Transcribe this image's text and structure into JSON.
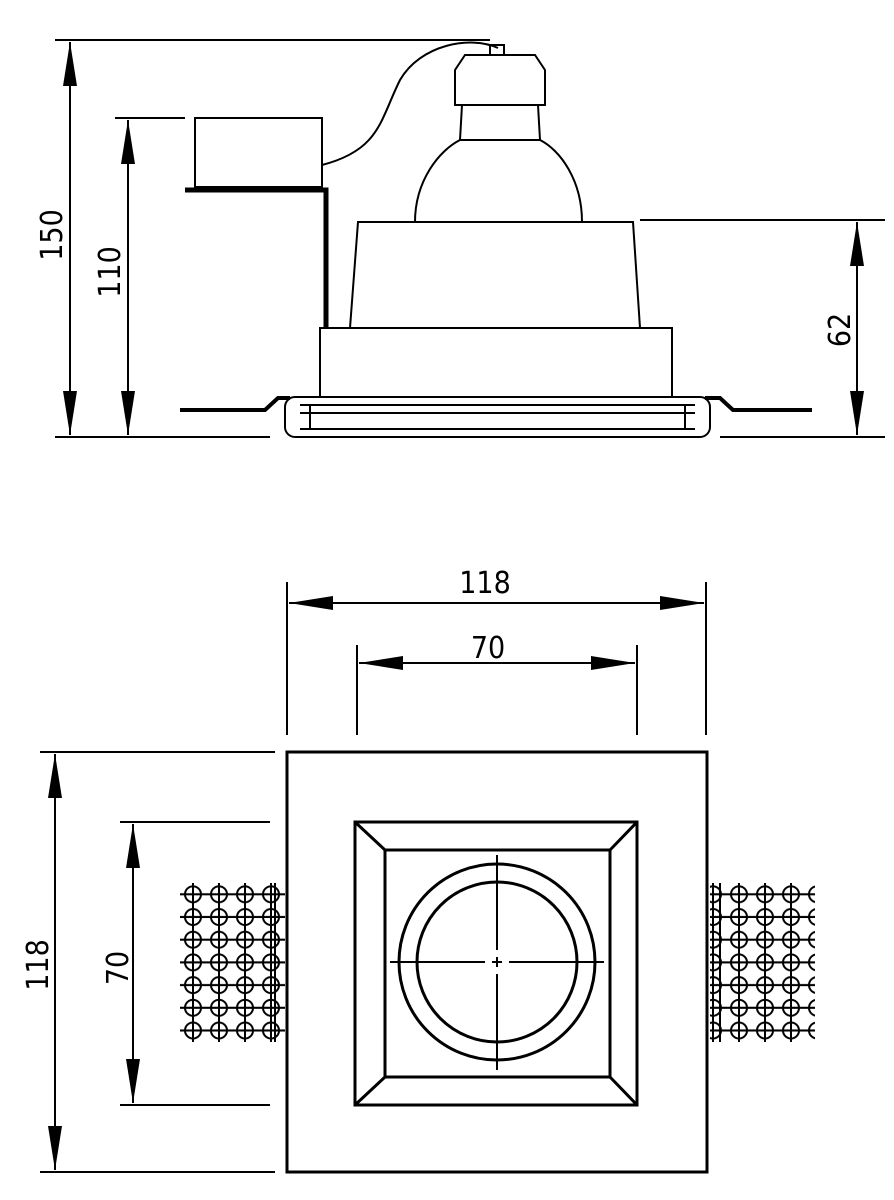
{
  "side_view": {
    "dimensions": {
      "total_height": "150",
      "body_height": "110",
      "trim_height": "62"
    }
  },
  "top_view": {
    "dimensions": {
      "outer_width": "118",
      "inner_width": "70",
      "outer_height": "118",
      "inner_height": "70"
    }
  },
  "colors": {
    "line": "#000000",
    "background": "#ffffff"
  }
}
